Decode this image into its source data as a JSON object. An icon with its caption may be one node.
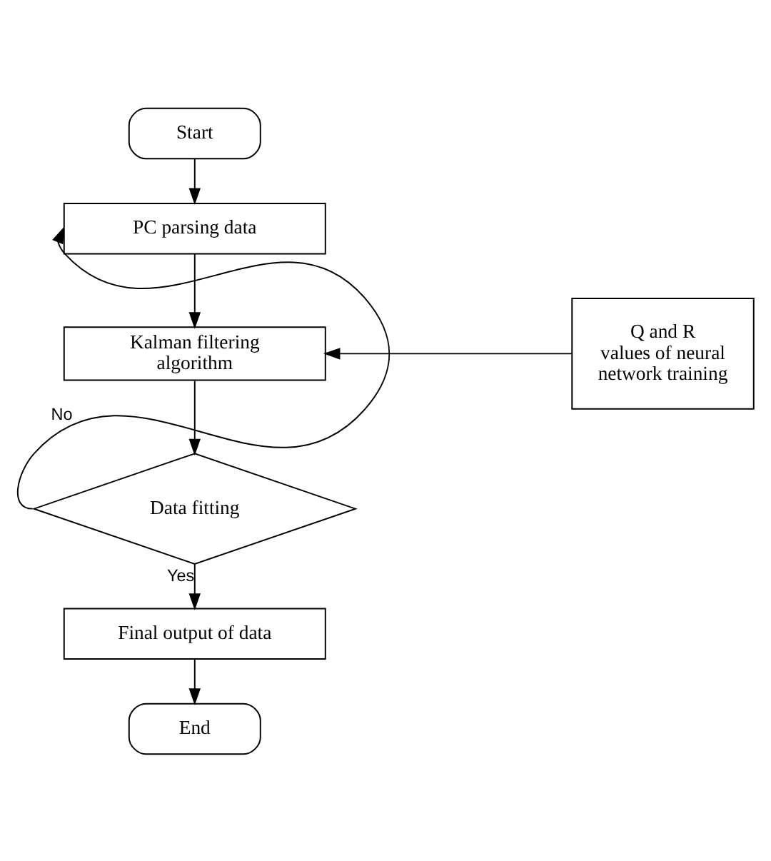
{
  "diagram": {
    "nodes": [
      {
        "text": [
          "Start"
        ]
      },
      {
        "text": [
          "PC parsing data"
        ]
      },
      {
        "text": [
          "Kalman filtering algorithm"
        ]
      },
      {
        "text": [
          "Q and R values of neural network training"
        ]
      },
      {
        "text": [
          "Data fitting"
        ]
      },
      {
        "text": [
          "Final output of data"
        ]
      },
      {
        "text": [
          "End"
        ]
      }
    ],
    "edges": [
      {
        "from": 0,
        "to": 1,
        "arrow": "to"
      },
      {
        "from": 1,
        "to": 2,
        "arrow": "to"
      },
      {
        "from": 3,
        "to": 2,
        "arrow": "to"
      },
      {
        "from": 2,
        "to": 4,
        "arrow": "to"
      },
      {
        "from": 4,
        "to": 1,
        "arrow": "to",
        "label": "No"
      },
      {
        "from": 4,
        "to": 5,
        "arrow": "to",
        "label": "Yes"
      },
      {
        "from": 5,
        "to": 6,
        "arrow": "to"
      }
    ]
  }
}
